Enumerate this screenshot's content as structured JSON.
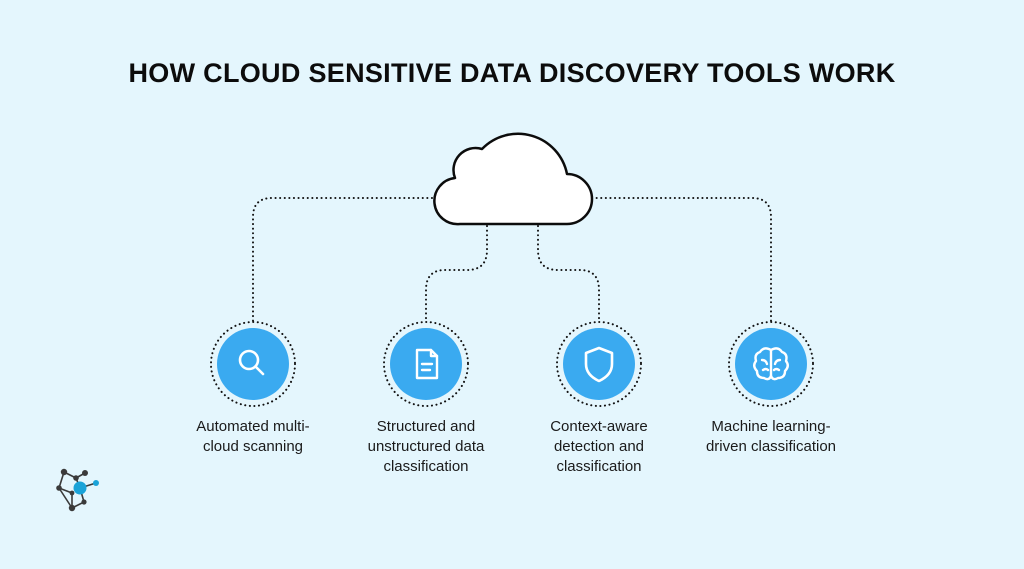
{
  "title": "HOW CLOUD SENSITIVE DATA DISCOVERY TOOLS WORK",
  "colors": {
    "background": "#e4f6fd",
    "node_fill": "#3aaaf0",
    "cloud_fill": "#ffffff",
    "line": "#111111",
    "logo_accent": "#1aa3d8"
  },
  "nodes": [
    {
      "icon": "search-icon",
      "caption_lines": [
        "Automated multi-",
        "cloud scanning"
      ]
    },
    {
      "icon": "document-icon",
      "caption_lines": [
        "Structured and",
        "unstructured data",
        "classification"
      ]
    },
    {
      "icon": "shield-icon",
      "caption_lines": [
        "Context-aware",
        "detection and",
        "classification"
      ]
    },
    {
      "icon": "brain-icon",
      "caption_lines": [
        "Machine learning-",
        "driven classification"
      ]
    }
  ]
}
